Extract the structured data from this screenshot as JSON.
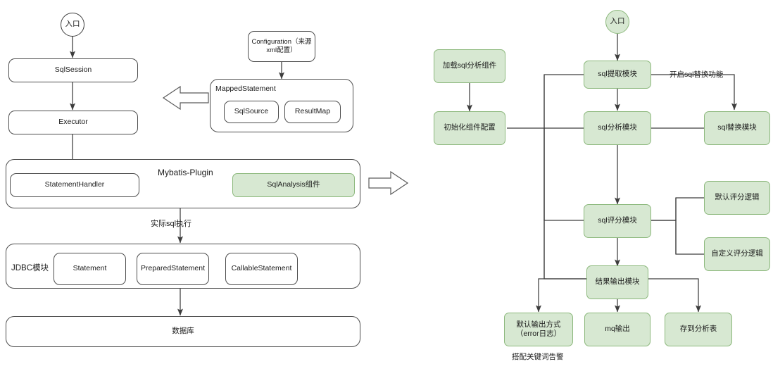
{
  "diagram": {
    "title": "Mybatis SqlAnalysis architecture and SQL analysis component flow",
    "colors": {
      "green_fill": "#d7e8d2",
      "green_stroke": "#8cb87c",
      "plain_fill": "#ffffff",
      "plain_stroke": "#4d4d4d",
      "line": "#3d3d3d",
      "background": "#ffffff"
    }
  },
  "left_flow": {
    "entry": {
      "label": "入口"
    },
    "sql_session": {
      "label": "SqlSession"
    },
    "executor": {
      "label": "Executor"
    },
    "mybatis_plugin": {
      "title": "Mybatis-Plugin",
      "statement_handler": {
        "label": "StatementHandler"
      },
      "sql_analysis": {
        "label": "SqlAnalysis组件"
      }
    },
    "edge_label_exec": "实际sql执行",
    "jdbc_module": {
      "title": "JDBC模块",
      "items": [
        {
          "label": "Statement"
        },
        {
          "label": "PreparedStatement"
        },
        {
          "label": "CallableStatement"
        }
      ]
    },
    "database": {
      "label": "数据库"
    }
  },
  "config_group": {
    "configuration": {
      "label": "Configuration（来源xml配置）"
    },
    "mapped_statement": {
      "title": "MappedStatement",
      "items": [
        {
          "label": "SqlSource"
        },
        {
          "label": "ResultMap"
        }
      ]
    }
  },
  "connector_arrows": {
    "left_pointing": "block-arrow-left",
    "right_pointing": "block-arrow-right"
  },
  "right_flow": {
    "entry": {
      "label": "入口"
    },
    "load_component": {
      "label": "加载sql分析组件"
    },
    "init_config": {
      "label": "初始化组件配置"
    },
    "sql_extract": {
      "label": "sql提取模块"
    },
    "sql_analyze": {
      "label": "sql分析模块"
    },
    "sql_score": {
      "label": "sql评分模块"
    },
    "result_output": {
      "label": "结果输出模块"
    },
    "sql_replace": {
      "label": "sql替换模块"
    },
    "edge_label_replace": "开启sql替换功能",
    "default_score_logic": {
      "label": "默认评分逻辑"
    },
    "custom_score_logic": {
      "label": "自定义评分逻辑"
    },
    "outputs": [
      {
        "label": "默认输出方式\n（error日志）"
      },
      {
        "label": "mq输出"
      },
      {
        "label": "存到分析表"
      }
    ],
    "note_alarm": "搭配关键词告警"
  }
}
